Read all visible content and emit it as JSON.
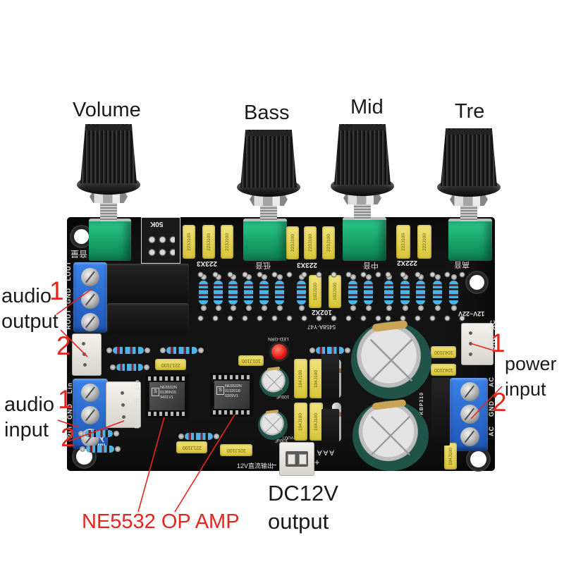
{
  "annotations": {
    "knobs": [
      "Volume",
      "Bass",
      "Mid",
      "Tre"
    ],
    "audio_output": {
      "l1": "audio",
      "l2": "output",
      "n1": "1",
      "n2": "2"
    },
    "audio_input": {
      "l1": "audio",
      "l2": "input",
      "n1": "1",
      "n2": "2"
    },
    "power_input": {
      "l1": "power",
      "l2": "input",
      "n1": "1",
      "n2": "2"
    },
    "dc_output": {
      "l1": "DC12V",
      "l2": "output"
    },
    "opamp_label": "NE5532 OP AMP",
    "colors": {
      "annotation_red": "#e8251d",
      "annotation_black": "#1a1a1a",
      "pcb_black": "#131313",
      "pot_green": "#17a068",
      "cap_yellow": "#e3d055",
      "terminal_blue": "#2a6fd8"
    }
  },
  "board": {
    "model": "5458A-Y47",
    "silk": {
      "pot_value": "50K",
      "group_223": "223X3",
      "group_222": "222X2",
      "group_102": "102X2",
      "cap_223": "223J100",
      "cap_222": "222J100",
      "cap_102": "102J100",
      "cap_104": "104J100",
      "cap_221": "221J100",
      "cap_101": "101J100",
      "cap_100uf": "100uF",
      "led": "LED-GRN",
      "bridge": "KBP310",
      "power_range": "12V~22V",
      "dc_out_cn": "12V直流输出",
      "input_cn": "输入",
      "vol_cn": "音量",
      "bass_cn": "低音",
      "mid_cn": "中音",
      "tre_cn": "高音",
      "plus": "+",
      "minus": "−",
      "vout": "VOUT",
      "aaa": "AAA"
    },
    "edge_left_top": [
      "LOUT",
      "GND",
      "ROUT"
    ],
    "edge_left_bottom": [
      "Lin",
      "GND",
      "Rin"
    ],
    "edge_conn": [
      "Lin",
      "GND",
      "Rin"
    ],
    "edge_right_top": [
      "AC",
      "GND"
    ],
    "edge_right_bottom": [
      "AC",
      "GND",
      "AC"
    ],
    "ic1": {
      "logo": "S",
      "line1": "NE5532N",
      "line2": "013BN15",
      "line3": "9431V1"
    },
    "ic2": {
      "logo": "S",
      "line1": "NE5532N",
      "line2": "013201B",
      "line3": "0309V1"
    }
  }
}
